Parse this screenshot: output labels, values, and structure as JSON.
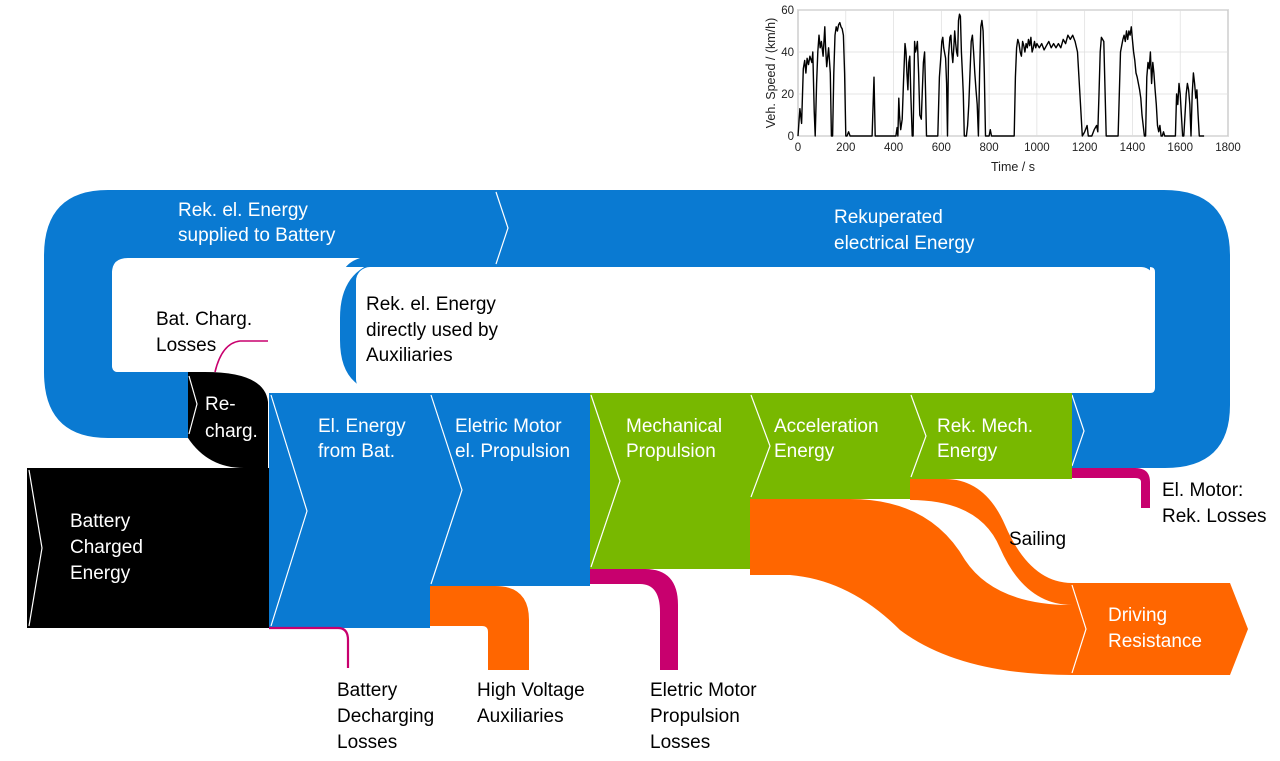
{
  "colors": {
    "blue": "#0a7ad2",
    "green": "#78b800",
    "orange": "#ff6600",
    "magenta": "#c8006e",
    "black": "#000000",
    "white": "#ffffff"
  },
  "nodes": {
    "battery_charged": [
      "Battery",
      "Charged",
      "Energy"
    ],
    "recharge": [
      "Re-",
      "charg."
    ],
    "el_energy_bat": [
      "El. Energy",
      "from Bat."
    ],
    "motor_propulsion": [
      "Eletric Motor",
      "el. Propulsion"
    ],
    "mech_propulsion": [
      "Mechanical",
      "Propulsion"
    ],
    "acceleration": [
      "Acceleration",
      "Energy"
    ],
    "rek_mech": [
      "Rek. Mech.",
      "Energy"
    ],
    "driving_resistance": [
      "Driving",
      "Resistance"
    ]
  },
  "flows": {
    "rek_supplied_battery": [
      "Rek. el. Energy",
      "supplied to Battery"
    ],
    "rekuperated": [
      "Rekuperated",
      "electrical Energy"
    ],
    "rek_auxiliaries": [
      "Rek. el. Energy",
      "directly used by",
      "Auxiliaries"
    ],
    "bat_charg_losses": [
      "Bat. Charg.",
      "Losses"
    ],
    "battery_decharging_losses": [
      "Battery",
      "Decharging",
      "Losses"
    ],
    "hv_auxiliaries": [
      "High Voltage",
      "Auxiliaries"
    ],
    "motor_propulsion_losses": [
      "Eletric Motor",
      "Propulsion",
      "Losses"
    ],
    "sailing": "Sailing",
    "motor_rek_losses": [
      "El. Motor:",
      "Rek. Losses"
    ]
  },
  "chart_data": {
    "type": "line",
    "title": "",
    "xlabel": "Time / s",
    "ylabel": "Veh. Speed / (km/h)",
    "xlim": [
      0,
      1800
    ],
    "ylim": [
      0,
      60
    ],
    "xticks": [
      "0",
      "200",
      "400",
      "600",
      "800",
      "1000",
      "1200",
      "1400",
      "1600",
      "1800"
    ],
    "yticks": [
      "0",
      "20",
      "40",
      "60"
    ],
    "grid": true,
    "series": [
      {
        "color": "#000000",
        "x": [
          0,
          8,
          15,
          22,
          28,
          33,
          38,
          44,
          50,
          58,
          62,
          68,
          72,
          78,
          83,
          88,
          93,
          98,
          105,
          112,
          115,
          120,
          128,
          135,
          140,
          145,
          150,
          155,
          160,
          165,
          170,
          175,
          180,
          185,
          190,
          195,
          200,
          205,
          212,
          218,
          225,
          230,
          235,
          240,
          245,
          250,
          260,
          265,
          270,
          290,
          310,
          318,
          323,
          328,
          340,
          360,
          380,
          400,
          410,
          415,
          418,
          422,
          425,
          430,
          436,
          442,
          448,
          452,
          456,
          460,
          464,
          468,
          472,
          478,
          482,
          488,
          492,
          496,
          500,
          505,
          510,
          516,
          520,
          525,
          530,
          534,
          538,
          545,
          555,
          565,
          575,
          585,
          592,
          598,
          602,
          606,
          610,
          618,
          622,
          626,
          630,
          636,
          640,
          644,
          648,
          652,
          656,
          660,
          664,
          668,
          672,
          676,
          680,
          684,
          688,
          692,
          696,
          700,
          705,
          710,
          715,
          720,
          725,
          730,
          735,
          740,
          745,
          750,
          755,
          760,
          765,
          770,
          775,
          780,
          785,
          790,
          795,
          800,
          805,
          810,
          815,
          820,
          825,
          830,
          835,
          840,
          850,
          870,
          890,
          900,
          905,
          910,
          915,
          920,
          925,
          930,
          935,
          940,
          945,
          950,
          955,
          960,
          965,
          970,
          975,
          980,
          985,
          990,
          995,
          1000,
          1010,
          1020,
          1030,
          1040,
          1050,
          1060,
          1070,
          1080,
          1090,
          1100,
          1110,
          1120,
          1130,
          1140,
          1150,
          1160,
          1170,
          1180,
          1190,
          1200,
          1210,
          1215,
          1220,
          1225,
          1230,
          1240,
          1250,
          1255,
          1260,
          1265,
          1270,
          1275,
          1280,
          1290,
          1295,
          1300,
          1305,
          1310,
          1320,
          1330,
          1340,
          1350,
          1360,
          1365,
          1370,
          1375,
          1380,
          1385,
          1390,
          1395,
          1400,
          1405,
          1410,
          1415,
          1420,
          1425,
          1430,
          1435,
          1440,
          1450,
          1455,
          1460,
          1465,
          1470,
          1475,
          1480,
          1485,
          1490,
          1495,
          1500,
          1505,
          1510,
          1515,
          1520,
          1525,
          1530,
          1535,
          1540,
          1545,
          1550,
          1555,
          1560,
          1565,
          1570,
          1575,
          1580,
          1585,
          1590,
          1595,
          1600,
          1605,
          1610,
          1615,
          1620,
          1625,
          1630,
          1635,
          1640,
          1645,
          1650,
          1655,
          1660,
          1665,
          1670,
          1675,
          1680,
          1690,
          1700
        ],
        "y": [
          0,
          13,
          6,
          32,
          36,
          30,
          37,
          34,
          38,
          35,
          40,
          12,
          0,
          25,
          40,
          48,
          42,
          45,
          38,
          52,
          43,
          33,
          42,
          30,
          0,
          0,
          30,
          48,
          52,
          50,
          53,
          54,
          52,
          51,
          48,
          30,
          0,
          0,
          2,
          0,
          0,
          0,
          0,
          0,
          0,
          0,
          0,
          0,
          0,
          0,
          0,
          28,
          0,
          0,
          0,
          0,
          0,
          0,
          0,
          4,
          0,
          18,
          10,
          3,
          8,
          27,
          44,
          40,
          30,
          22,
          35,
          38,
          20,
          0,
          0,
          45,
          40,
          42,
          45,
          30,
          10,
          8,
          20,
          35,
          40,
          20,
          0,
          0,
          0,
          0,
          0,
          0,
          28,
          38,
          45,
          47,
          42,
          37,
          25,
          0,
          38,
          47,
          48,
          40,
          35,
          42,
          50,
          44,
          40,
          38,
          55,
          58,
          57,
          40,
          30,
          20,
          0,
          0,
          0,
          5,
          15,
          30,
          45,
          48,
          40,
          30,
          22,
          15,
          0,
          30,
          52,
          55,
          50,
          30,
          0,
          0,
          0,
          0,
          3,
          0,
          0,
          0,
          0,
          0,
          0,
          0,
          0,
          0,
          0,
          0,
          0,
          28,
          42,
          46,
          44,
          40,
          38,
          45,
          43,
          40,
          44,
          42,
          46,
          43,
          47,
          40,
          42,
          45,
          42,
          44,
          42,
          44,
          41,
          43,
          45,
          42,
          44,
          42,
          44,
          42,
          46,
          44,
          48,
          46,
          48,
          45,
          40,
          20,
          0,
          2,
          5,
          0,
          0,
          0,
          0,
          3,
          5,
          2,
          20,
          40,
          47,
          46,
          45,
          0,
          0,
          0,
          0,
          0,
          0,
          0,
          0,
          40,
          46,
          48,
          45,
          50,
          46,
          50,
          48,
          52,
          46,
          40,
          36,
          30,
          28,
          25,
          22,
          18,
          10,
          0,
          0,
          28,
          35,
          32,
          40,
          25,
          35,
          30,
          22,
          15,
          5,
          2,
          5,
          0,
          0,
          2,
          0,
          0,
          0,
          0,
          0,
          0,
          0,
          0,
          0,
          0,
          20,
          15,
          25,
          20,
          10,
          0,
          0,
          10,
          20,
          25,
          22,
          15,
          0,
          20,
          30,
          25,
          18,
          22,
          10,
          0,
          0,
          0
        ]
      }
    ]
  }
}
